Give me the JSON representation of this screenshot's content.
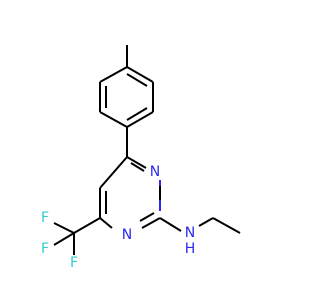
{
  "colors": {
    "background": "#ffffff",
    "bond": "#000000",
    "nitrogen": "#2a2aee",
    "fluorine": "#33cccc"
  },
  "atoms": {
    "ring_n1": "N",
    "ring_n3": "N",
    "amine_n": "N",
    "amine_h": "H",
    "f1": "F",
    "f2": "F",
    "f3": "F"
  }
}
